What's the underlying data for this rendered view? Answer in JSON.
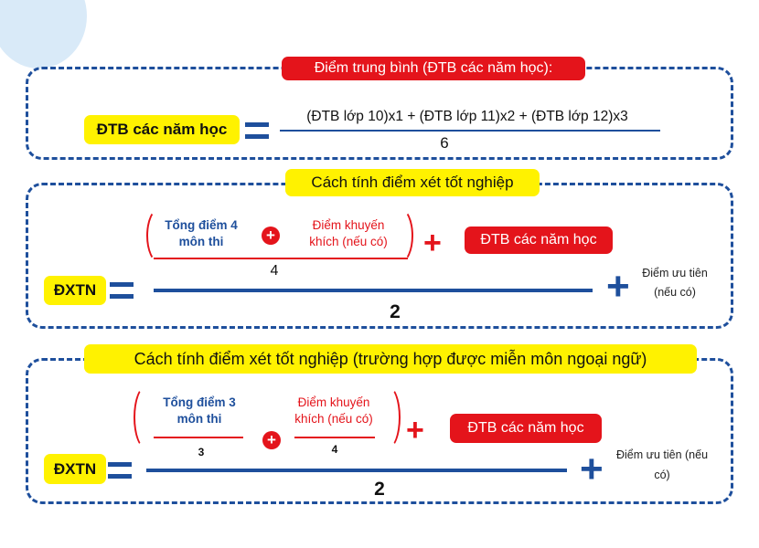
{
  "section1": {
    "title": "Điểm trung bình (ĐTB các năm học):",
    "lhs": "ĐTB các năm học",
    "numerator": "(ĐTB lớp 10)x1 + (ĐTB lớp 11)x2 + (ĐTB lớp 12)x3",
    "denominator": "6"
  },
  "section2": {
    "title": "Cách tính điểm xét tốt nghiệp",
    "term_exam": "Tổng điểm 4 môn thi",
    "term_bonus": "Điểm khuyến khích (nếu có)",
    "inner_denominator": "4",
    "term_avg": "ĐTB các năm học",
    "lhs": "ĐXTN",
    "outer_denominator": "2",
    "priority": "Điểm ưu tiên (nếu có)"
  },
  "section3": {
    "title": "Cách tính điểm xét tốt nghiệp (trường hợp được miễn môn ngoại ngữ)",
    "term_exam": "Tổng điểm 3 môn thi",
    "exam_denominator": "3",
    "term_bonus": "Điểm khuyến khích (nếu có)",
    "bonus_denominator": "4",
    "term_avg": "ĐTB các năm học",
    "lhs": "ĐXTN",
    "outer_denominator": "2",
    "priority": "Điểm ưu tiên (nếu có)"
  },
  "symbols": {
    "plus": "+"
  },
  "colors": {
    "blue": "#1e4f9c",
    "red": "#e4141b",
    "yellow": "#fff200",
    "circle": "#d9eaf8"
  }
}
